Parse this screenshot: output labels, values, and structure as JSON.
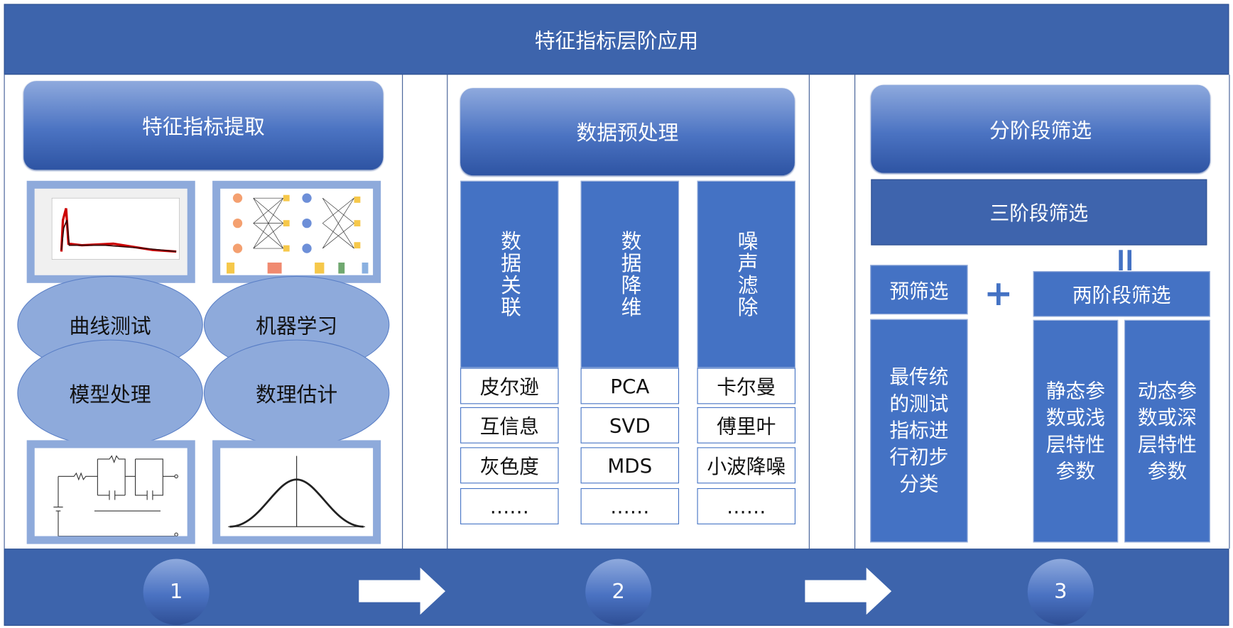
{
  "title": "特征指标层阶应用",
  "stage1": {
    "header": "特征指标提取",
    "methods": [
      "曲线测试",
      "机器学习",
      "模型处理",
      "数理估计"
    ],
    "images": [
      "curve-plot-image",
      "neural-network-image",
      "circuit-model-image",
      "normal-distribution-image"
    ]
  },
  "stage2": {
    "header": "数据预处理",
    "columns": [
      {
        "title": "数据关联",
        "items": [
          "皮尔逊",
          "互信息",
          "灰色度",
          "……"
        ]
      },
      {
        "title": "数据降维",
        "items": [
          "PCA",
          "SVD",
          "MDS",
          "……"
        ]
      },
      {
        "title": "噪声滤除",
        "items": [
          "卡尔曼",
          "傅里叶",
          "小波降噪",
          "……"
        ]
      }
    ]
  },
  "stage3": {
    "header": "分阶段筛选",
    "three_stage": "三阶段筛选",
    "equals": "=",
    "pre_screen": "预筛选",
    "plus": "+",
    "pre_screen_desc": "最传统的测试指标进行初步分类",
    "two_stage": "两阶段筛选",
    "static": "静态参数或浅层特性参数",
    "dynamic": "动态参数或深层特性参数"
  },
  "steps": [
    "1",
    "2",
    "3"
  ],
  "colors": {
    "bar": "#3d64ac",
    "box": "#4472c4",
    "light": "#8eaadb"
  }
}
